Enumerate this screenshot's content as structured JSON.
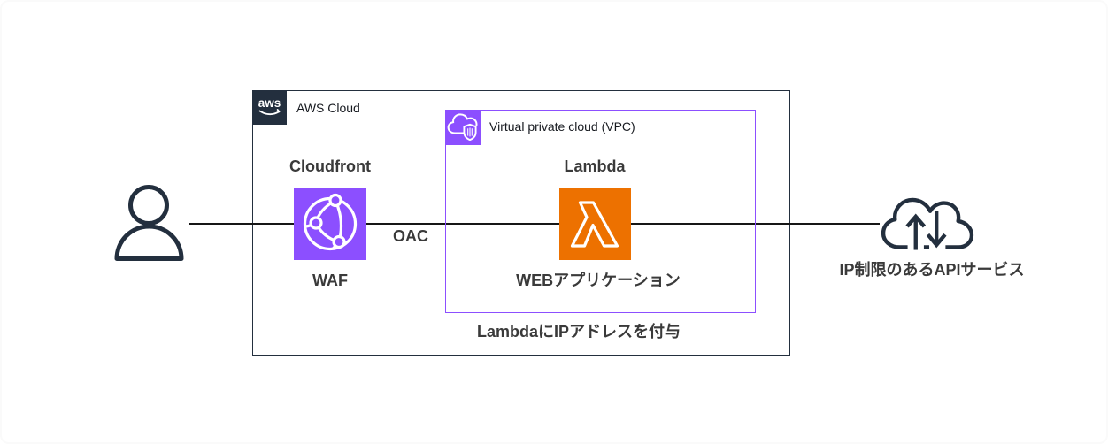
{
  "diagram": {
    "user": {
      "name": "user"
    },
    "aws_cloud": {
      "logo_text": "aws",
      "label": "AWS Cloud",
      "border_color": "#232F3E"
    },
    "cloudfront": {
      "title": "Cloudfront",
      "subtitle": "WAF",
      "color": "#8C4FFF"
    },
    "oac": {
      "label": "OAC"
    },
    "vpc": {
      "label": "Virtual private cloud (VPC)",
      "border_color": "#8C4FFF"
    },
    "lambda": {
      "title": "Lambda",
      "subtitle": "WEBアプリケーション",
      "color": "#ED7100"
    },
    "note": {
      "label": "LambdaにIPアドレスを付与"
    },
    "api_service": {
      "label": "IP制限のあるAPIサービス",
      "color": "#232F3E"
    }
  }
}
